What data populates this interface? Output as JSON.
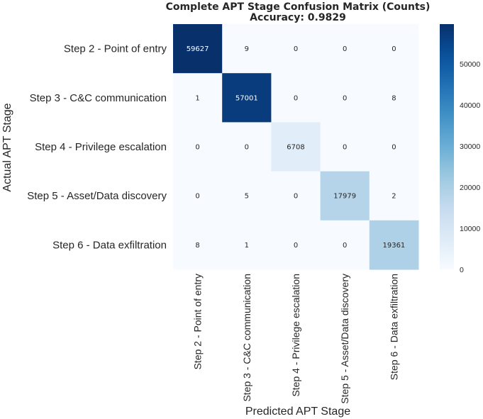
{
  "chart_data": {
    "type": "heatmap",
    "title": "Complete APT Stage Confusion Matrix (Counts)",
    "subtitle": "Accuracy: 0.9829",
    "xlabel": "Predicted APT Stage",
    "ylabel": "Actual APT Stage",
    "row_labels": [
      "Step 2 - Point of entry",
      "Step 3 - C&C communication",
      "Step 4 - Privilege escalation",
      "Step 5 - Asset/Data discovery",
      "Step 6 - Data exfiltration"
    ],
    "col_labels": [
      "Step 2 - Point of entry",
      "Step 3 - C&C communication",
      "Step 4 - Privilege escalation",
      "Step 5 - Asset/Data discovery",
      "Step 6 - Data exfiltration"
    ],
    "values": [
      [
        59627,
        9,
        0,
        0,
        0
      ],
      [
        1,
        57001,
        0,
        0,
        8
      ],
      [
        0,
        0,
        6708,
        0,
        0
      ],
      [
        0,
        5,
        0,
        17979,
        2
      ],
      [
        8,
        1,
        0,
        0,
        19361
      ]
    ],
    "vmin": 0,
    "vmax": 59627,
    "colormap": "Blues",
    "colorbar_ticks": [
      0,
      10000,
      20000,
      30000,
      40000,
      50000
    ]
  }
}
